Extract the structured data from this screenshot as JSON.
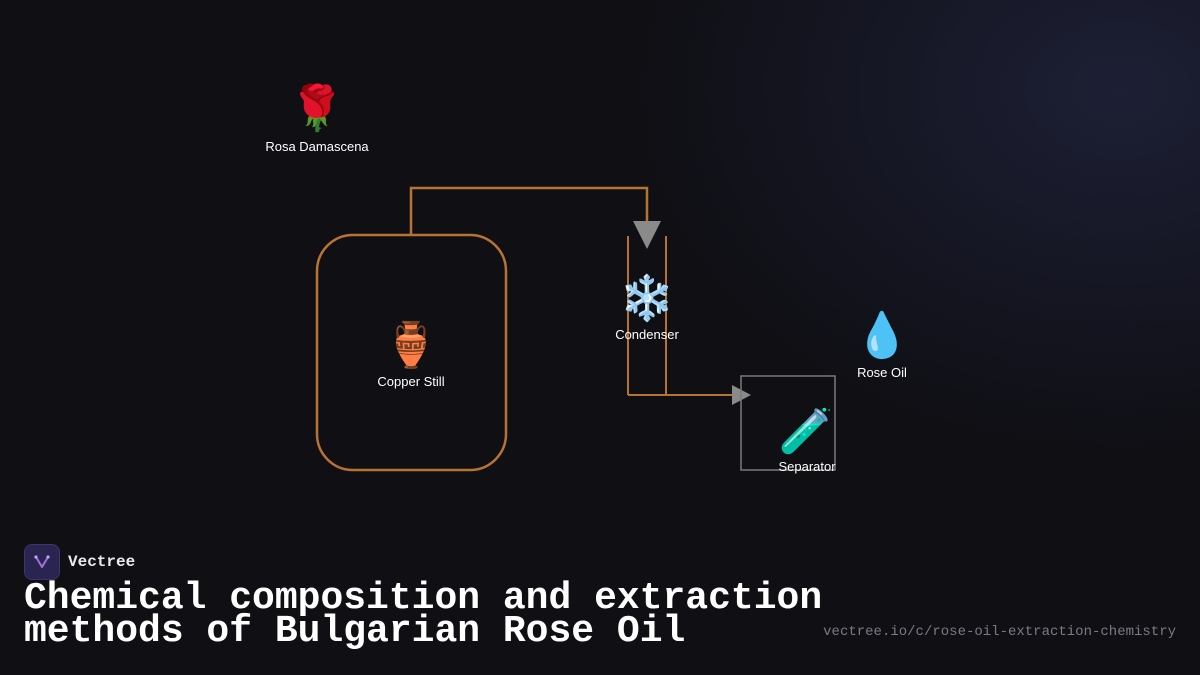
{
  "brand": {
    "name": "Vectree",
    "logo_icon": "vectree-logo-icon"
  },
  "title_line1": "Chemical composition and extraction",
  "title_line2": "methods of Bulgarian Rose Oil",
  "url": "vectree.io/c/rose-oil-extraction-chemistry",
  "colors": {
    "copper": "#b87333",
    "arrow": "#8a8a8a",
    "separator_border": "#7a7a7a"
  },
  "nodes": {
    "rosa": {
      "label": "Rosa Damascena",
      "icon": "rose-icon",
      "glyph": "🌹"
    },
    "still": {
      "label": "Copper Still",
      "icon": "amphora-icon",
      "glyph": "🏺"
    },
    "condenser": {
      "label": "Condenser",
      "icon": "snowflake-icon",
      "glyph": "❄️"
    },
    "separator": {
      "label": "Separator",
      "icon": "test-tube-icon",
      "glyph": "🧪"
    },
    "oil": {
      "label": "Rose Oil",
      "icon": "droplet-icon",
      "glyph": "💧"
    }
  }
}
